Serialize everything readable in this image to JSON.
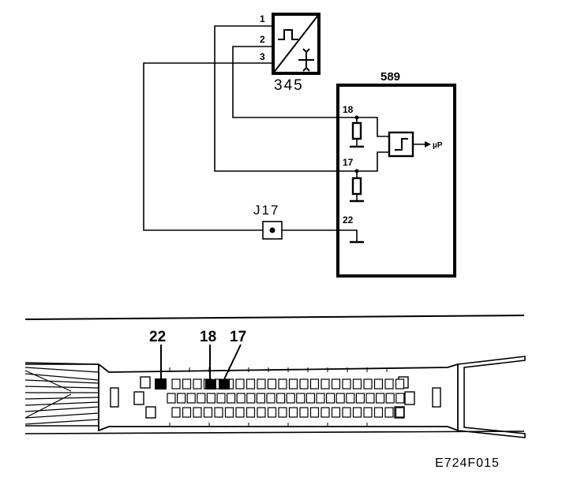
{
  "schematic": {
    "sensor": {
      "id": "345",
      "pins": [
        "1",
        "2",
        "3"
      ]
    },
    "ecu": {
      "id": "589",
      "pins": [
        "18",
        "17",
        "22"
      ],
      "output_label": "µP"
    },
    "junction": {
      "id": "J17"
    }
  },
  "connector": {
    "pin_callouts": [
      "22",
      "18",
      "17"
    ]
  },
  "figure_code": "E724F015",
  "colors": {
    "ink": "#000000",
    "paper": "#ffffff"
  }
}
